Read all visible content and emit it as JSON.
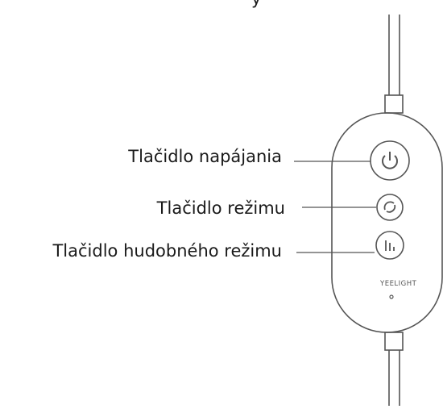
{
  "labels": {
    "power_button": "Tlačidlo napájania",
    "mode_button": "Tlačidlo režimu",
    "music_mode_button": "Tlačidlo hudobného režimu"
  },
  "device": {
    "brand": "YEELIGHT"
  },
  "top_cut_text": "y",
  "colors": {
    "stroke": "#555555",
    "text": "#1a1a1a",
    "background": "#ffffff"
  }
}
